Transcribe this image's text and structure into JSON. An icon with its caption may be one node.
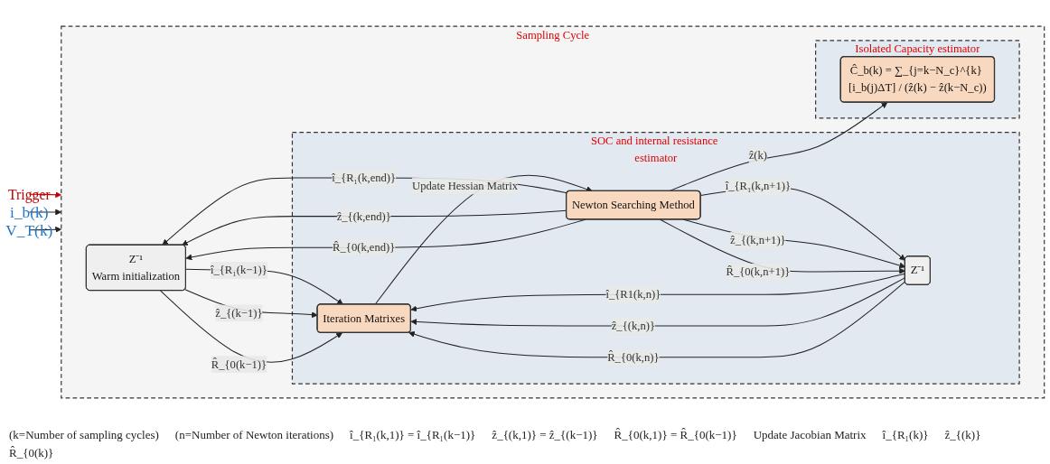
{
  "diagram": {
    "nodes": [
      {
        "text": [
          "Trigger"
        ]
      },
      {
        "text": [
          "i_b(k)"
        ]
      },
      {
        "text": [
          "V_T(k)"
        ]
      },
      {
        "text": [
          "Sampling Cycle"
        ]
      },
      {
        "text": [
          "SOC and internal resistance estimator"
        ],
        "in": 3
      },
      {
        "text": [
          "Iteration Matrixes"
        ],
        "in": 4
      },
      {
        "text": [
          "Newton Searching Method"
        ],
        "in": 4
      },
      {
        "text": [
          "Z⁻¹"
        ],
        "in": 4
      },
      {
        "text": [
          "Isolated Capacity estimator"
        ],
        "in": 3
      },
      {
        "text": [
          "Ĉ_b(k) = ∑_{j=k−N_c}^{k} [i_b(j)ΔT] / (ẑ(k) − ẑ(k−N_c))"
        ],
        "in": 8
      },
      {
        "text": [
          "Z⁻¹",
          "Warm initialization"
        ],
        "in": 3
      }
    ],
    "edges": [
      {
        "from": 0,
        "to": 3,
        "arrow": "to",
        "color": "#c00000"
      },
      {
        "from": 1,
        "to": 3,
        "arrow": "to"
      },
      {
        "from": 2,
        "to": 3,
        "arrow": "to"
      },
      {
        "from": 10,
        "to": 5,
        "arrow": "to",
        "label": "î_{R₁(k−1)}"
      },
      {
        "from": 10,
        "to": 5,
        "arrow": "to",
        "label": "ẑ_{(k−1)}"
      },
      {
        "from": 10,
        "to": 5,
        "arrow": "to",
        "label": "R̂_{0(k−1)}"
      },
      {
        "from": 7,
        "to": 5,
        "arrow": "to",
        "label": "î_{R1(k,n)}"
      },
      {
        "from": 7,
        "to": 5,
        "arrow": "to",
        "label": "ẑ_{(k,n)}"
      },
      {
        "from": 7,
        "to": 5,
        "arrow": "to",
        "label": "R̂_{0(k,n)}"
      },
      {
        "from": 5,
        "to": 6,
        "arrow": "to",
        "label": "Update Hessian Matrix"
      },
      {
        "from": 6,
        "to": 7,
        "arrow": "to",
        "label": "î_{R₁(k,n+1)}"
      },
      {
        "from": 6,
        "to": 7,
        "arrow": "to",
        "label": "ẑ_{(k,n+1)}"
      },
      {
        "from": 6,
        "to": 7,
        "arrow": "to",
        "label": "R̂_{0(k,n+1)}"
      },
      {
        "from": 6,
        "to": 10,
        "arrow": "to",
        "label": "î_{R₁(k,end)}"
      },
      {
        "from": 6,
        "to": 10,
        "arrow": "to",
        "label": "ẑ_{(k,end)}"
      },
      {
        "from": 6,
        "to": 9,
        "arrow": "to",
        "label": "ẑ(k)"
      },
      {
        "from": 6,
        "to": 10,
        "arrow": "to",
        "label": "R̂_{0(k,end)}"
      }
    ],
    "labels": [
      "(k=Number of sampling cycles)",
      "(n=Number of Newton iterations)",
      "î_{R₁(k,1)} = î_{R₁(k−1)}",
      "ẑ_{(k,1)} = ẑ_{(k−1)}",
      "R̂_{0(k,1)} = R̂_{0(k−1)}",
      "Update Jacobian Matrix",
      "î_{R₁(k)}",
      "ẑ_{(k)}",
      "R̂_{0(k)}"
    ]
  }
}
